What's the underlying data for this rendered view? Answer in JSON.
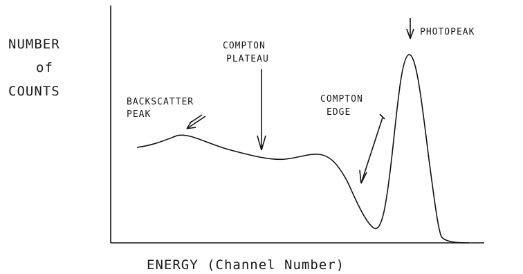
{
  "diagram": {
    "y_axis_label": [
      "NUMBER",
      "of",
      "COUNTS"
    ],
    "x_axis_label": "ENERGY (Channel Number)",
    "annotations": {
      "backscatter": [
        "BACKSCATTER",
        "PEAK"
      ],
      "plateau": [
        "COMPTON",
        "PLATEAU"
      ],
      "edge": [
        "COMPTON",
        "EDGE"
      ],
      "photopeak": [
        "PHOTOPEAK"
      ]
    },
    "colors": {
      "ink": "#111111",
      "background": "#ffffff"
    }
  }
}
